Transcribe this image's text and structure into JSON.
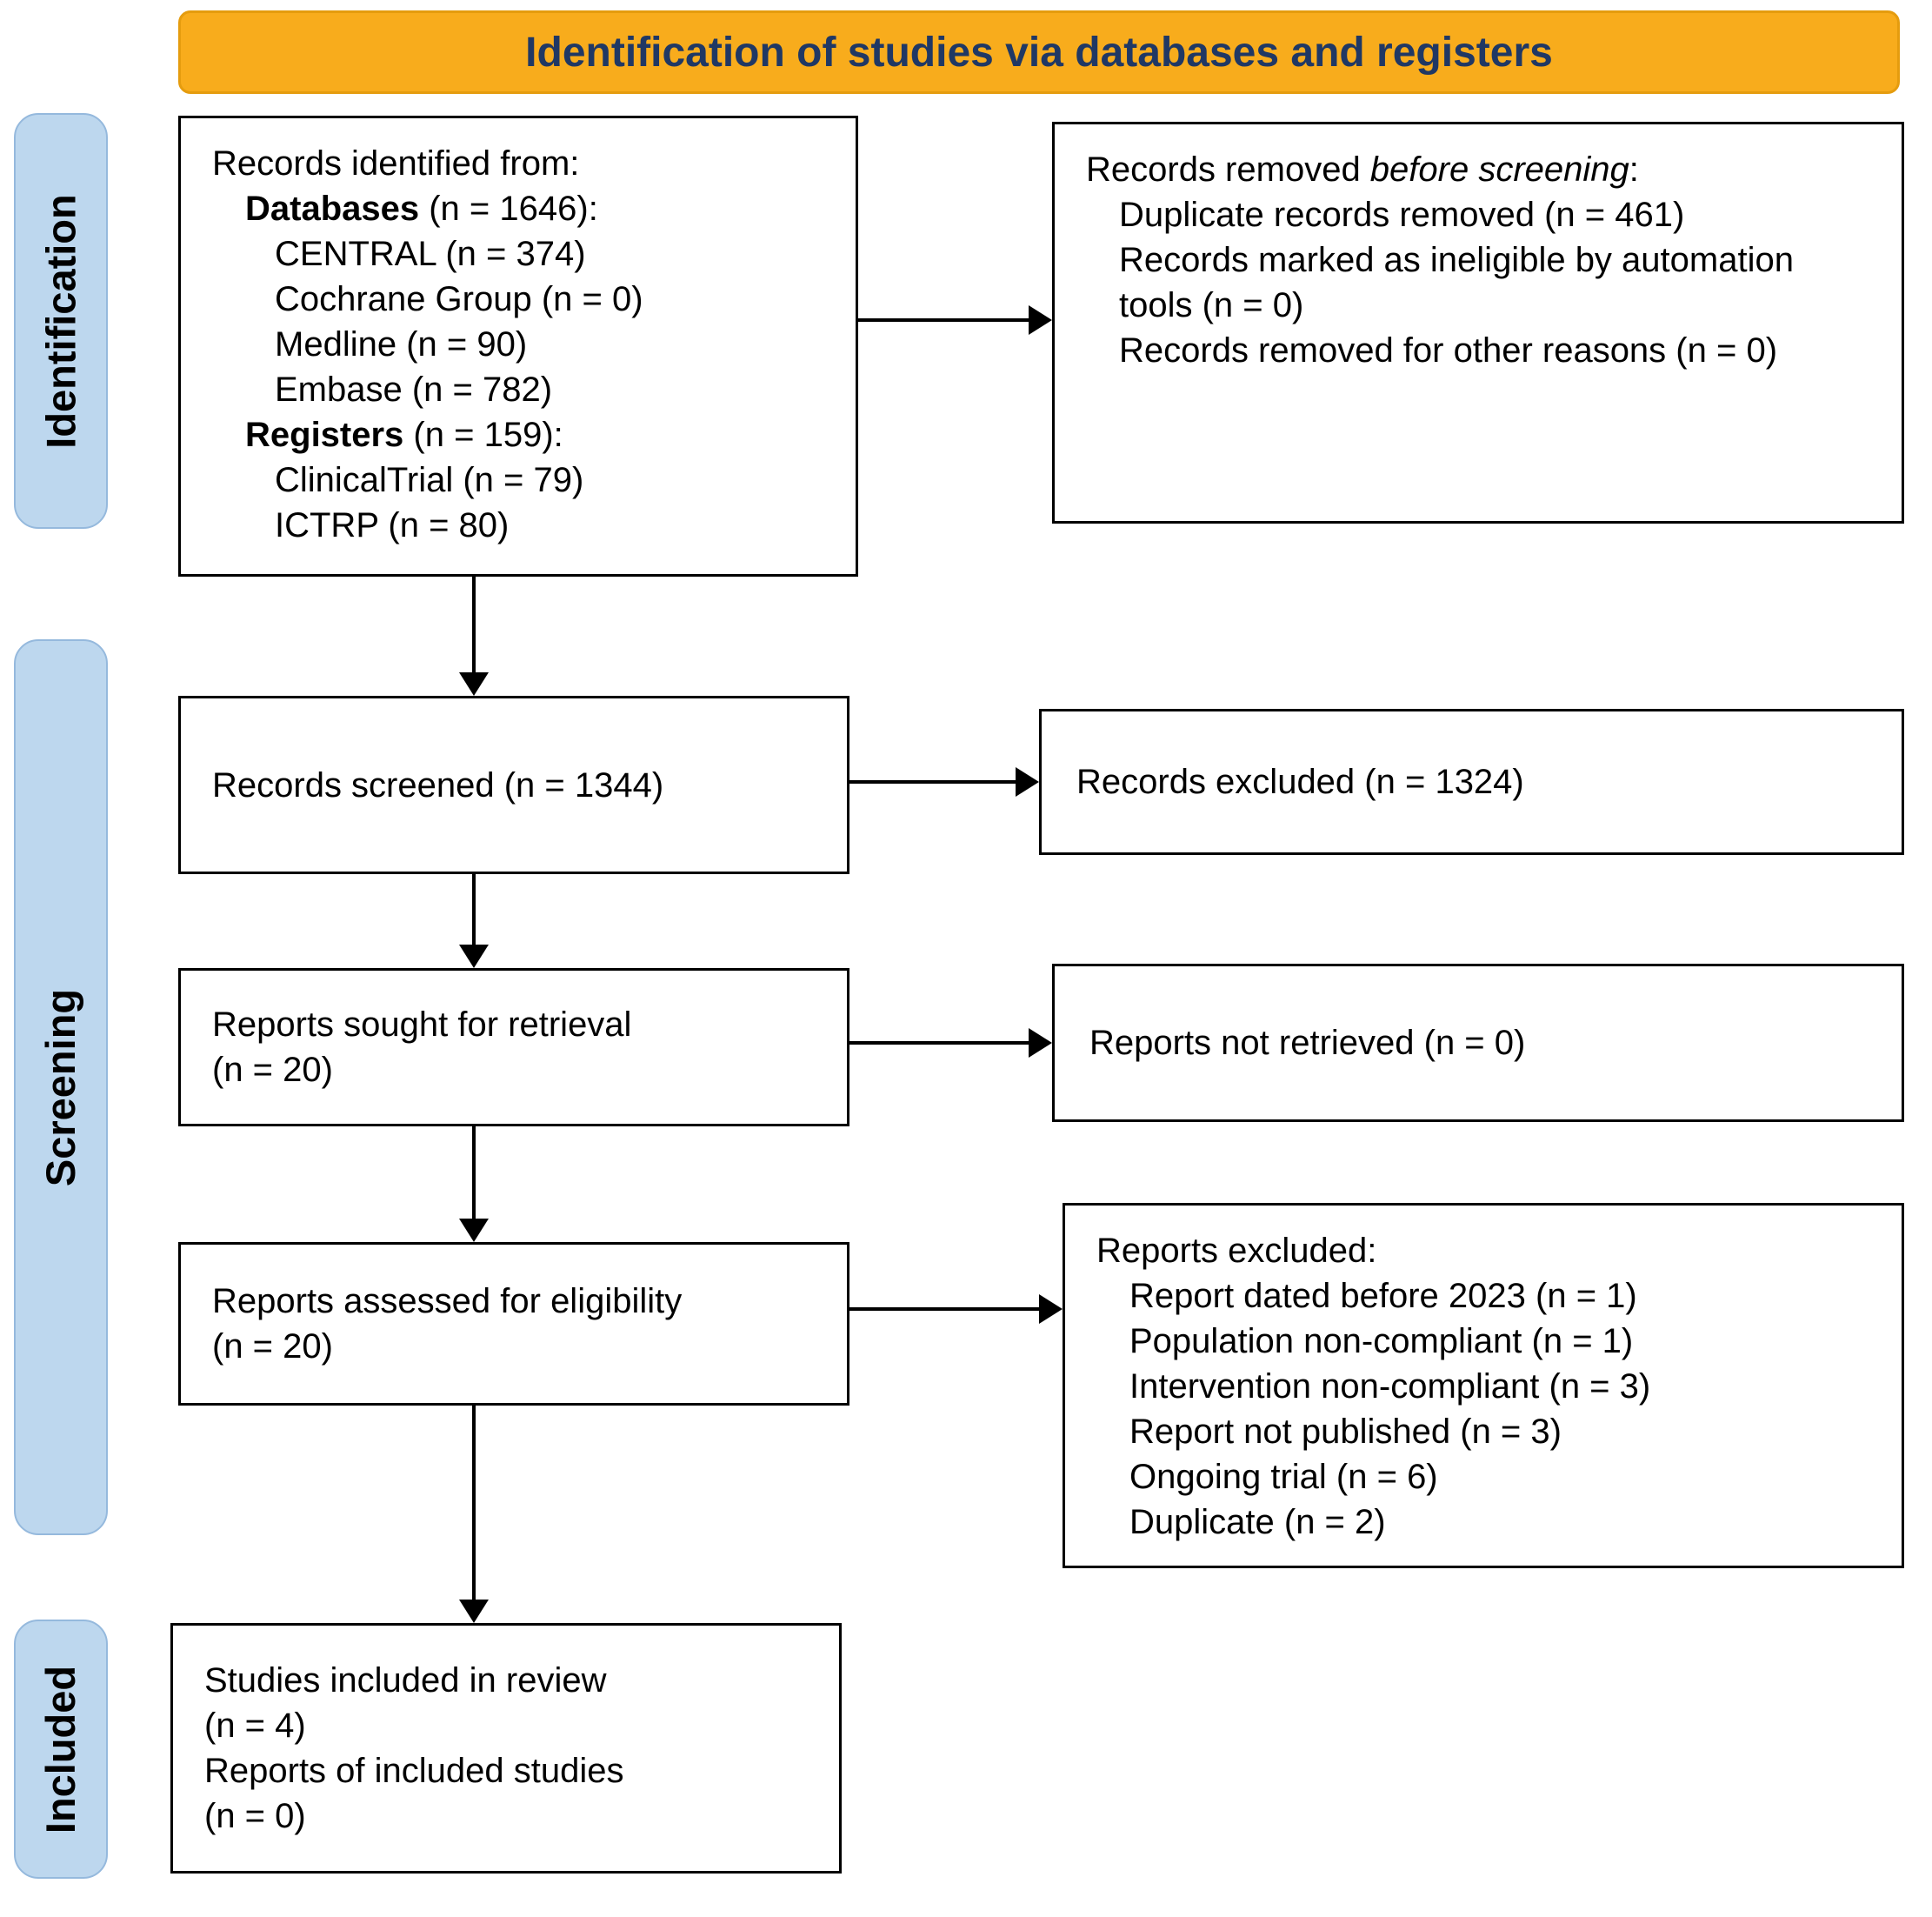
{
  "title": "Identification of studies via databases and registers",
  "colors": {
    "banner_bg": "#F8AC1C",
    "banner_border": "#E59C0E",
    "banner_text": "#203864",
    "stage_bg": "#BDD7EE",
    "stage_border": "#95B9DD",
    "box_bg": "#FFFFFF",
    "box_border": "#000000",
    "arrow": "#000000"
  },
  "stages": {
    "identification": "Identification",
    "screening": "Screening",
    "included": "Included"
  },
  "identified": {
    "title": "Records identified from:",
    "databases_label": "Databases",
    "databases_count": " (n = 1646):",
    "database_items": [
      "CENTRAL (n = 374)",
      "Cochrane Group (n = 0)",
      "Medline (n = 90)",
      "Embase (n = 782)"
    ],
    "registers_label": "Registers",
    "registers_count": " (n = 159):",
    "register_items": [
      "ClinicalTrial (n = 79)",
      "ICTRP (n = 80)"
    ]
  },
  "removed": {
    "title_prefix": "Records removed ",
    "title_italic": "before screening",
    "title_suffix": ":",
    "items": [
      "Duplicate records removed  (n = 461)",
      "Records marked as ineligible by automation tools (n = 0)",
      "Records removed for other reasons (n = 0)"
    ]
  },
  "screened": {
    "text": "Records screened (n = 1344)"
  },
  "excluded": {
    "text": "Records excluded (n = 1324)"
  },
  "sought": {
    "line1": "Reports sought for retrieval",
    "line2": "(n = 20)"
  },
  "not_retrieved": {
    "text": "Reports not retrieved (n = 0)"
  },
  "assessed": {
    "line1": "Reports assessed for eligibility",
    "line2": "(n = 20)"
  },
  "reports_excluded": {
    "title": "Reports excluded:",
    "items": [
      "Report dated before 2023 (n = 1)",
      "Population non-compliant (n = 1)",
      "Intervention non-compliant (n = 3)",
      "Report not published (n = 3)",
      "Ongoing trial (n = 6)",
      "Duplicate (n = 2)"
    ]
  },
  "included_box": {
    "line1": "Studies included in review",
    "line2": "(n = 4)",
    "line3": "Reports of included studies",
    "line4": "(n = 0)"
  }
}
